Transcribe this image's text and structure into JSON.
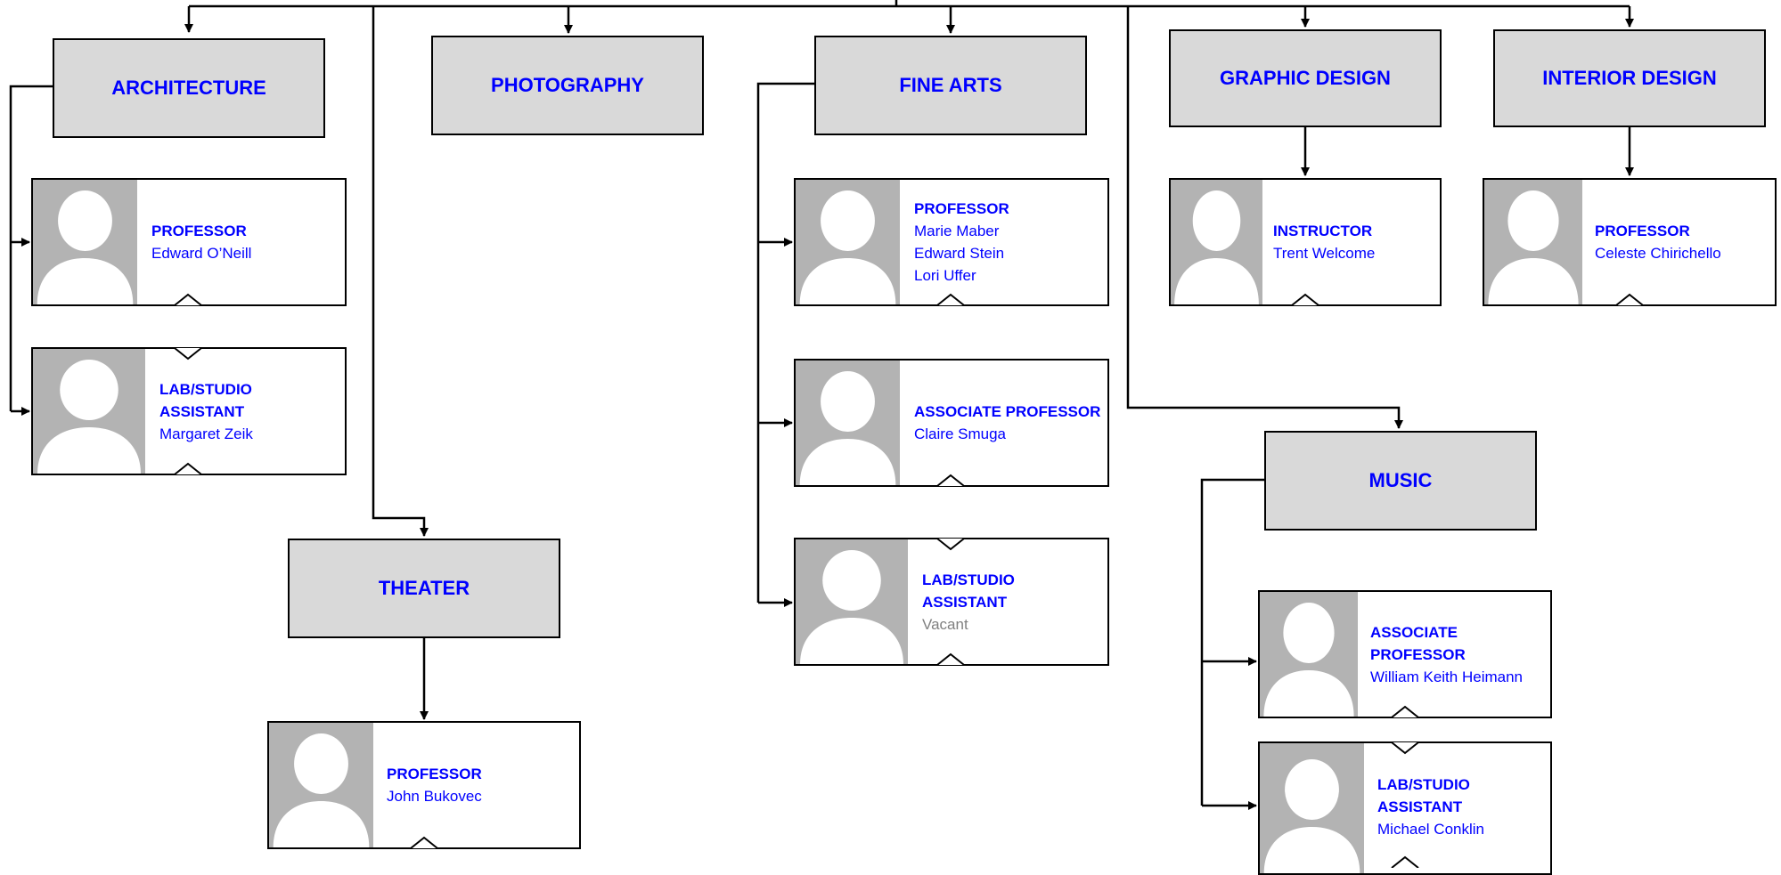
{
  "colors": {
    "title": "#0000ff",
    "vacant_text": "#808080",
    "dept_fill": "#d9d9d9",
    "photo_fill": "#b3b3b3",
    "line": "#000000"
  },
  "departments": {
    "architecture": {
      "title": "ARCHITECTURE",
      "cards": [
        {
          "role": "PROFESSOR",
          "people": [
            "Edward O’Neill"
          ]
        },
        {
          "role": "LAB/STUDIO ASSISTANT",
          "people": [
            "Margaret Zeik"
          ]
        }
      ]
    },
    "photography": {
      "title": "PHOTOGRAPHY",
      "cards": []
    },
    "fine_arts": {
      "title": "FINE ARTS",
      "cards": [
        {
          "role": "PROFESSOR",
          "people": [
            "Marie Maber",
            "Edward Stein",
            "Lori Uffer"
          ]
        },
        {
          "role": "ASSOCIATE PROFESSOR",
          "people": [
            "Claire Smuga"
          ]
        },
        {
          "role": "LAB/STUDIO ASSISTANT",
          "people": [
            "Vacant"
          ]
        }
      ]
    },
    "graphic_design": {
      "title": "GRAPHIC DESIGN",
      "cards": [
        {
          "role": "INSTRUCTOR",
          "people": [
            "Trent Welcome"
          ]
        }
      ]
    },
    "interior_design": {
      "title": "INTERIOR DESIGN",
      "cards": [
        {
          "role": "PROFESSOR",
          "people": [
            "Celeste Chirichello"
          ]
        }
      ]
    },
    "theater": {
      "title": "THEATER",
      "cards": [
        {
          "role": "PROFESSOR",
          "people": [
            "John Bukovec"
          ]
        }
      ]
    },
    "music": {
      "title": "MUSIC",
      "cards": [
        {
          "role": "ASSOCIATE PROFESSOR",
          "people": [
            "William Keith Heimann"
          ]
        },
        {
          "role": "LAB/STUDIO ASSISTANT",
          "people": [
            "Michael Conklin"
          ]
        }
      ]
    }
  }
}
